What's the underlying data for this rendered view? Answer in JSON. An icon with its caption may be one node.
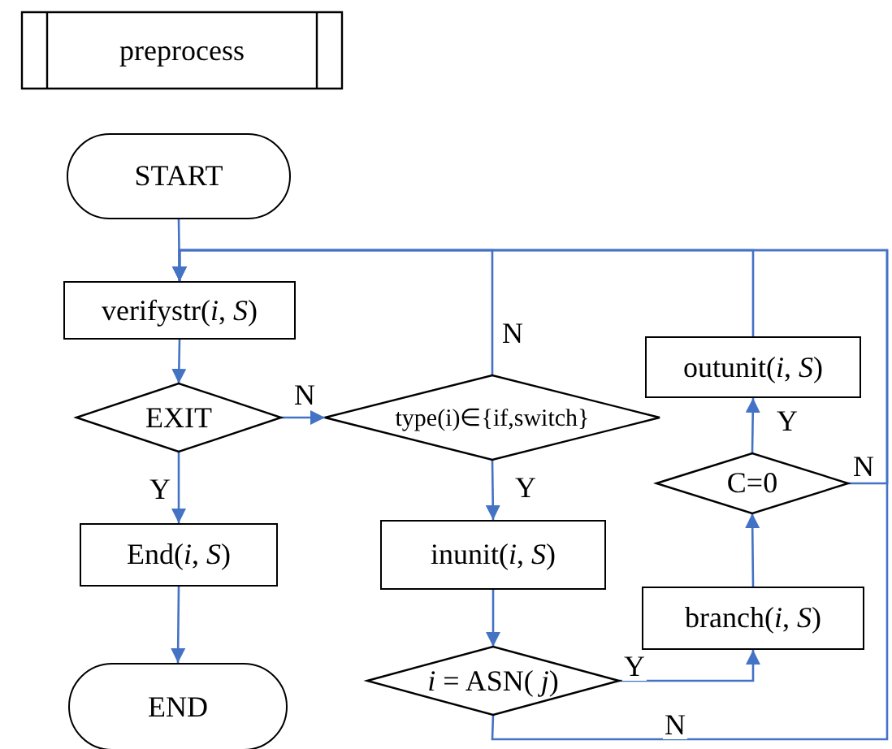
{
  "diagram": {
    "nodes": [
      {
        "text": [
          "preprocess"
        ]
      },
      {
        "text": [
          "START"
        ]
      },
      {
        "text": [
          "verifystr(*i*,  *S*)"
        ]
      },
      {
        "text": [
          "EXIT"
        ]
      },
      {
        "text": [
          "type(i)∈{if,switch}"
        ]
      },
      {
        "text": [
          "End(*i*,  *S*)"
        ]
      },
      {
        "text": [
          "inunit(*i*,  *S*)"
        ]
      },
      {
        "text": [
          "*i* = ASN( *j*)"
        ]
      },
      {
        "text": [
          "END"
        ]
      },
      {
        "text": [
          "C=0"
        ]
      },
      {
        "text": [
          "branch(*i*,  *S*)"
        ]
      },
      {
        "text": [
          "outunit(*i*,  *S*)"
        ]
      }
    ],
    "edges": [
      {
        "from": 1,
        "to": 2,
        "arrow": "to"
      },
      {
        "from": 2,
        "to": 3,
        "arrow": "to"
      },
      {
        "from": 3,
        "to": 4,
        "arrow": "to",
        "label": "N"
      },
      {
        "from": 3,
        "to": 5,
        "arrow": "to",
        "label": "Y"
      },
      {
        "from": 5,
        "to": 8,
        "arrow": "to"
      },
      {
        "from": 4,
        "to": 6,
        "arrow": "to",
        "label": "Y"
      },
      {
        "from": 6,
        "to": 7,
        "arrow": "to"
      },
      {
        "from": 7,
        "to": 10,
        "arrow": "to",
        "label": "Y"
      },
      {
        "from": 10,
        "to": 9,
        "arrow": "to"
      },
      {
        "from": 9,
        "to": 11,
        "arrow": "to",
        "label": "Y"
      },
      {
        "from": 11,
        "to": 2,
        "arrow": "to"
      },
      {
        "from": 4,
        "to": 2,
        "arrow": "to",
        "label": "N"
      },
      {
        "from": 9,
        "to": 2,
        "arrow": "to",
        "label": "N"
      },
      {
        "from": 7,
        "to": 2,
        "arrow": "to",
        "label": "N"
      }
    ]
  }
}
